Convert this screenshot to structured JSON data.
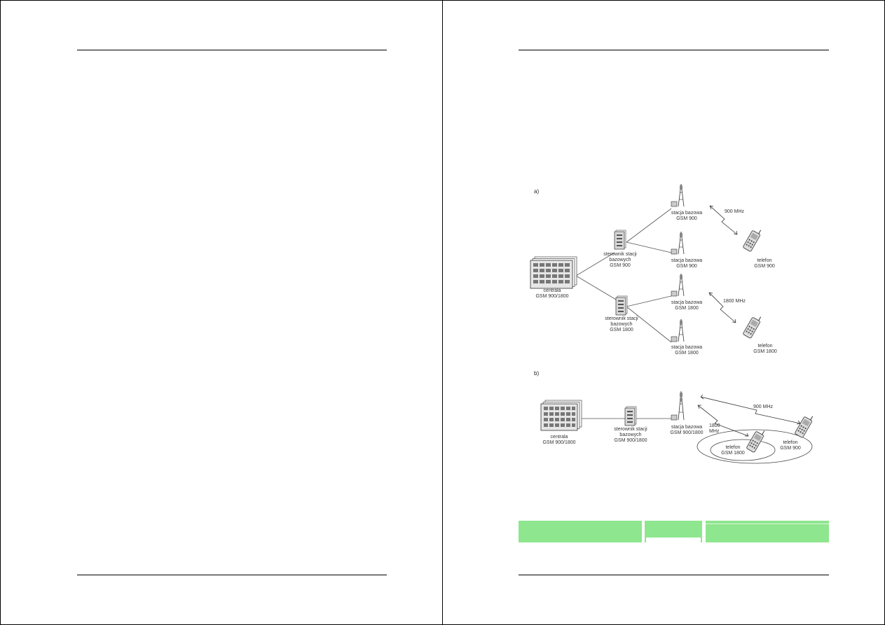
{
  "figure": {
    "panel_a": "a)",
    "panel_b": "b)",
    "a": {
      "bs1_line1": "stacja bazowa",
      "bs1_line2": "GSM 900",
      "bs2_line1": "stacja bazowa",
      "bs2_line2": "GSM 900",
      "bs3_line1": "stacja bazowa",
      "bs3_line2": "GSM 1800",
      "bs4_line1": "stacja bazowa",
      "bs4_line2": "GSM 1800",
      "bsc1_line1": "sterownik stacji",
      "bsc1_line2": "bazowych",
      "bsc1_line3": "GSM 900",
      "bsc2_line1": "sterownik stacji",
      "bsc2_line2": "bazowych",
      "bsc2_line3": "GSM 1800",
      "msc_line1": "centrala",
      "msc_line2": "GSM 900/1800",
      "freq1": "900 MHz",
      "freq2": "1800 MHz",
      "phone1_line1": "telefon",
      "phone1_line2": "GSM 900",
      "phone2_line1": "telefon",
      "phone2_line2": "GSM 1800"
    },
    "b": {
      "msc_line1": "centrala",
      "msc_line2": "GSM 900/1800",
      "bsc_line1": "sterownik stacji",
      "bsc_line2": "bazowych",
      "bsc_line3": "GSM 900/1800",
      "bs_line1": "stacja bazowa",
      "bs_line2": "GSM 900/1800",
      "freq900": "900 MHz",
      "freq1800_line1": "1800",
      "freq1800_line2": "MHz",
      "phone1800_line1": "telefon",
      "phone1800_line2": "GSM 1800",
      "phone900_line1": "telefon",
      "phone900_line2": "GSM 900"
    }
  },
  "colors": {
    "bar": "#8ee68e",
    "rule": "#000000"
  }
}
